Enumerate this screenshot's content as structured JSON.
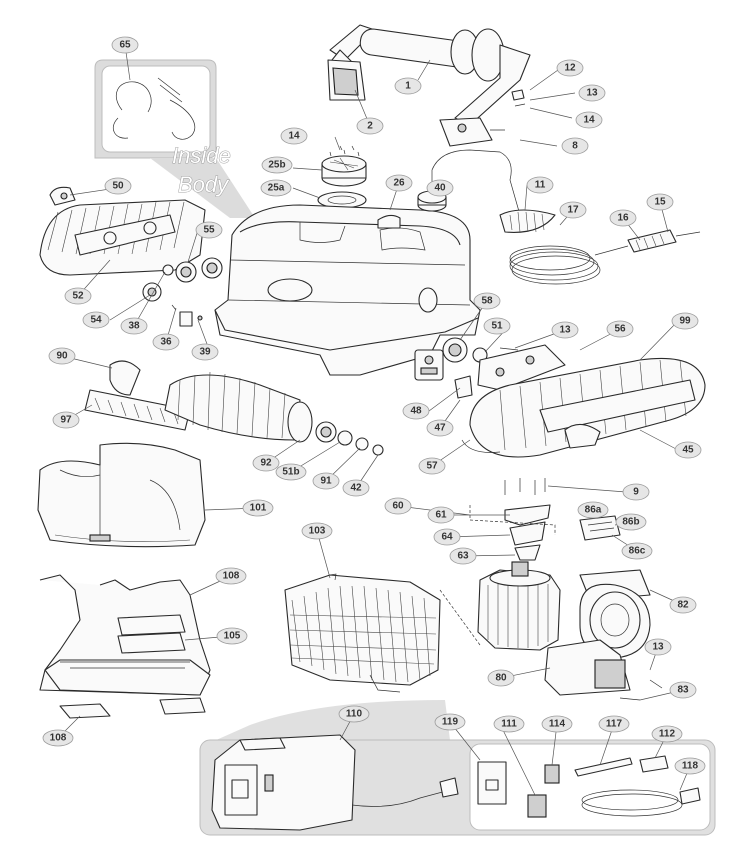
{
  "inset": {
    "line1": "Inside",
    "line2": "Body"
  },
  "parts": [
    {
      "id": "1"
    },
    {
      "id": "2"
    },
    {
      "id": "12"
    },
    {
      "id": "13a",
      "label": "13"
    },
    {
      "id": "14a",
      "label": "14"
    },
    {
      "id": "8"
    },
    {
      "id": "65"
    },
    {
      "id": "14b",
      "label": "14"
    },
    {
      "id": "25b"
    },
    {
      "id": "25a"
    },
    {
      "id": "26"
    },
    {
      "id": "40"
    },
    {
      "id": "11"
    },
    {
      "id": "17"
    },
    {
      "id": "16"
    },
    {
      "id": "15"
    },
    {
      "id": "50"
    },
    {
      "id": "55"
    },
    {
      "id": "52"
    },
    {
      "id": "54"
    },
    {
      "id": "38"
    },
    {
      "id": "36"
    },
    {
      "id": "39"
    },
    {
      "id": "58"
    },
    {
      "id": "51"
    },
    {
      "id": "13b",
      "label": "13"
    },
    {
      "id": "56"
    },
    {
      "id": "99"
    },
    {
      "id": "90"
    },
    {
      "id": "48"
    },
    {
      "id": "47"
    },
    {
      "id": "97"
    },
    {
      "id": "92"
    },
    {
      "id": "51b"
    },
    {
      "id": "91"
    },
    {
      "id": "42"
    },
    {
      "id": "57"
    },
    {
      "id": "45"
    },
    {
      "id": "9"
    },
    {
      "id": "101"
    },
    {
      "id": "60"
    },
    {
      "id": "61"
    },
    {
      "id": "86a"
    },
    {
      "id": "86b"
    },
    {
      "id": "64"
    },
    {
      "id": "86c"
    },
    {
      "id": "63"
    },
    {
      "id": "103"
    },
    {
      "id": "108a",
      "label": "108"
    },
    {
      "id": "82"
    },
    {
      "id": "105"
    },
    {
      "id": "13c",
      "label": "13"
    },
    {
      "id": "80"
    },
    {
      "id": "83"
    },
    {
      "id": "108b",
      "label": "108"
    },
    {
      "id": "110"
    },
    {
      "id": "119"
    },
    {
      "id": "111"
    },
    {
      "id": "114"
    },
    {
      "id": "117"
    },
    {
      "id": "112"
    },
    {
      "id": "118"
    }
  ]
}
